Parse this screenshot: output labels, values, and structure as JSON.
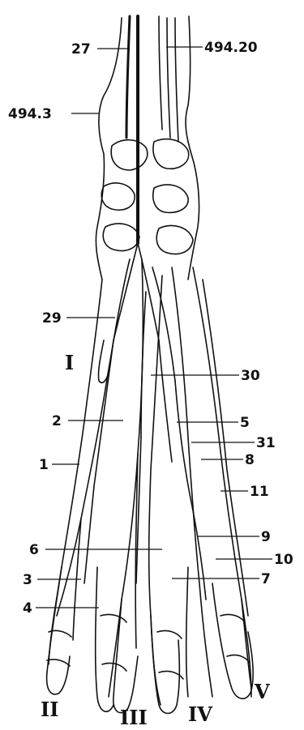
{
  "labels": {
    "l27": "27",
    "l494_20": "494.20",
    "l494_3": "494.3",
    "l29": "29",
    "l30": "30",
    "l2": "2",
    "l5": "5",
    "l31": "31",
    "l1": "1",
    "l8": "8",
    "l11": "11",
    "l9": "9",
    "l6": "6",
    "l10": "10",
    "l3": "3",
    "l7": "7",
    "l4": "4"
  },
  "digits": {
    "I": "I",
    "II": "II",
    "III": "III",
    "IV": "IV",
    "V": "V"
  },
  "colors": {
    "ink": "#111111",
    "paper": "#ffffff"
  }
}
